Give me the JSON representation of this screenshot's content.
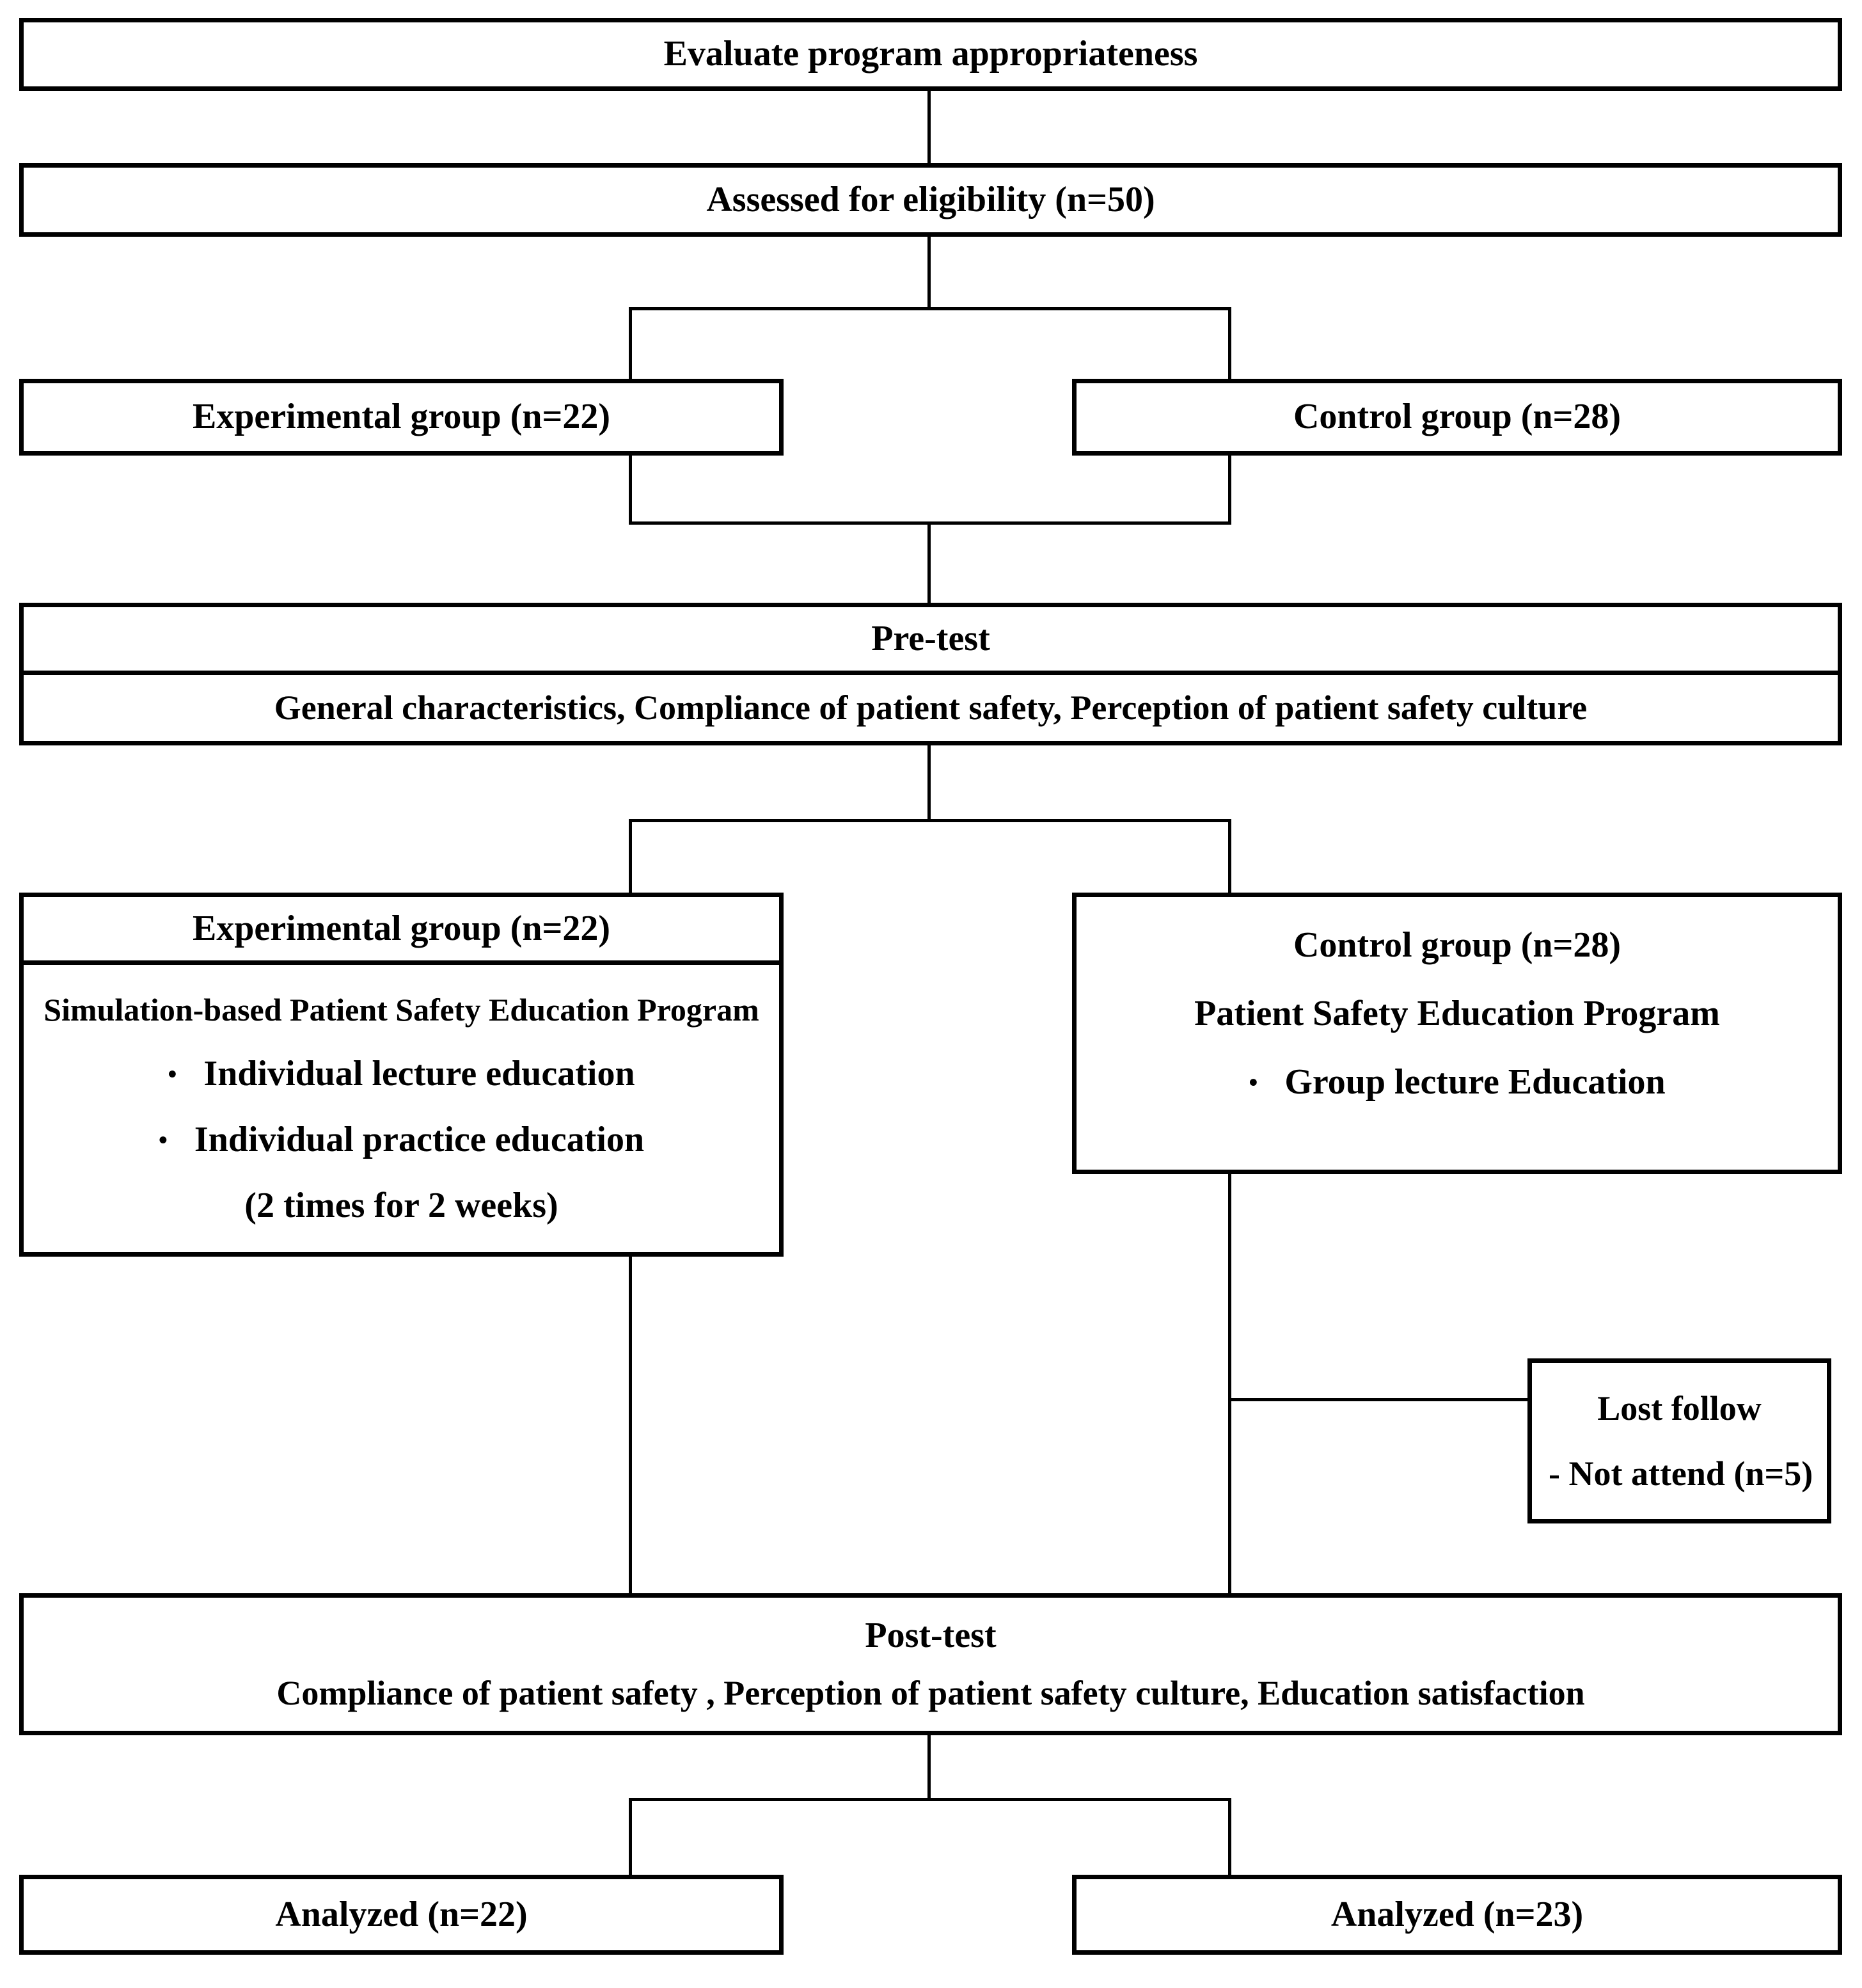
{
  "diagram": {
    "evaluate": "Evaluate program appropriateness",
    "assessed": "Assessed for eligibility (n=50)",
    "allocation": {
      "experimental": "Experimental group (n=22)",
      "control": "Control group (n=28)"
    },
    "pretest": {
      "title": "Pre-test",
      "detail": "General characteristics, Compliance of patient safety, Perception of patient safety culture"
    },
    "experimental_intervention": {
      "header": "Experimental group (n=22)",
      "program": "Simulation-based Patient Safety Education Program",
      "bullet_glyph": "•",
      "bullets": [
        "Individual lecture education",
        "Individual practice education"
      ],
      "note": "(2 times for 2 weeks)"
    },
    "control_intervention": {
      "header": "Control group (n=28)",
      "program": "Patient Safety Education Program",
      "bullet_glyph": "•",
      "bullets": [
        "Group lecture Education"
      ]
    },
    "lost_follow": {
      "title": "Lost follow",
      "detail": "- Not attend (n=5)"
    },
    "posttest": {
      "title": "Post-test",
      "detail": "Compliance of patient safety , Perception of patient safety culture, Education satisfaction"
    },
    "analyzed": {
      "experimental": "Analyzed (n=22)",
      "control": "Analyzed (n=23)"
    }
  },
  "colors": {
    "line": "#000000",
    "background": "#ffffff",
    "text": "#000000"
  }
}
